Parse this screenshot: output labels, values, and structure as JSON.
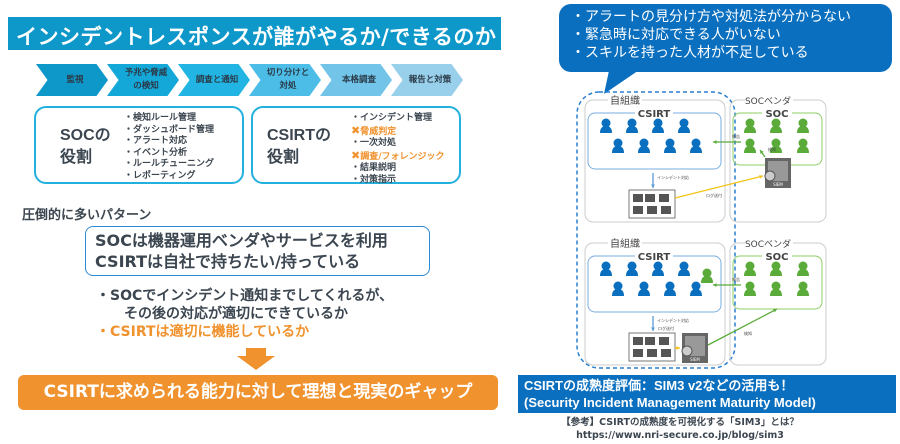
{
  "title": "インシデントレスポンスが誰がやるか/できるのか",
  "flow": [
    {
      "label": "監視",
      "color": "#0e98c9"
    },
    {
      "label": "予兆や脅威\nの検知",
      "color": "#14a8d8"
    },
    {
      "label": "調査と通知",
      "color": "#22b5e4"
    },
    {
      "label": "切り分けと\n対処",
      "color": "#4cbde6"
    },
    {
      "label": "本格調査",
      "color": "#72c4e8"
    },
    {
      "label": "報告と対策",
      "color": "#98cfea"
    }
  ],
  "soc_role": {
    "title_1": "SOCの",
    "title_2": "役割",
    "items": [
      "・検知ルール管理",
      "・ダッシュボード管理",
      "・アラート対応",
      "・イベント分析",
      "・ルールチューニング",
      "・レポーティング"
    ]
  },
  "csirt_role": {
    "title_1": "CSIRTの",
    "title_2": "役割",
    "items": [
      {
        "mark": "・",
        "text": "インシデント管理",
        "warn": false
      },
      {
        "mark": "✖",
        "text": "脅威判定",
        "warn": true
      },
      {
        "mark": "・",
        "text": "一次対処",
        "warn": false
      },
      {
        "mark": "✖",
        "text": "調査/フォレンジック",
        "warn": true
      },
      {
        "mark": "・",
        "text": "結果説明",
        "warn": false
      },
      {
        "mark": "・",
        "text": "対策指示",
        "warn": false
      }
    ]
  },
  "pattern_label": "圧倒的に多いパターン",
  "pattern_box": {
    "line1": "SOCは機器運用ベンダやサービスを利用",
    "line2": "CSIRTは自社で持ちたい/持っている"
  },
  "bullets": {
    "b1_line1": "・SOCでインシデント通知までしてくれるが、",
    "b1_line2": "その後の対応が適切にできているか",
    "b2": "・CSIRTは適切に機能しているか"
  },
  "gap_banner": "CSIRTに求められる能力に対して理想と現実のギャップ",
  "bubble": [
    "・アラートの見分け方や対処法が分からない",
    "・緊急時に対応できる人がいない",
    "・スキルを持った人材が不足している"
  ],
  "diagram": {
    "own_org": "自組織",
    "csirt": "CSIRT",
    "soc_vendor": "SOCベンダ",
    "soc": "SOC",
    "report": "報告",
    "detect": "検知",
    "incident": "インシデント対応",
    "log": "ログ送付",
    "siem": "SIEM"
  },
  "sim3": {
    "line1": "CSIRTの成熟度評価：SIM3 v2などの活用も！",
    "line2": "(Security Incident Management Maturity Model)"
  },
  "reference": {
    "line1": "【参考】CSIRTの成熟度を可視化する「SIM3」とは？",
    "line2": "https://www.nri-secure.co.jp/blog/sim3"
  },
  "colors": {
    "title_bg": "#0e98c9",
    "accent_orange": "#f0922e",
    "blue": "#0a6fbf",
    "csirt_person": "#0a6fbf",
    "soc_person": "#5aab3a",
    "log_arrow": "#f5c21b"
  }
}
